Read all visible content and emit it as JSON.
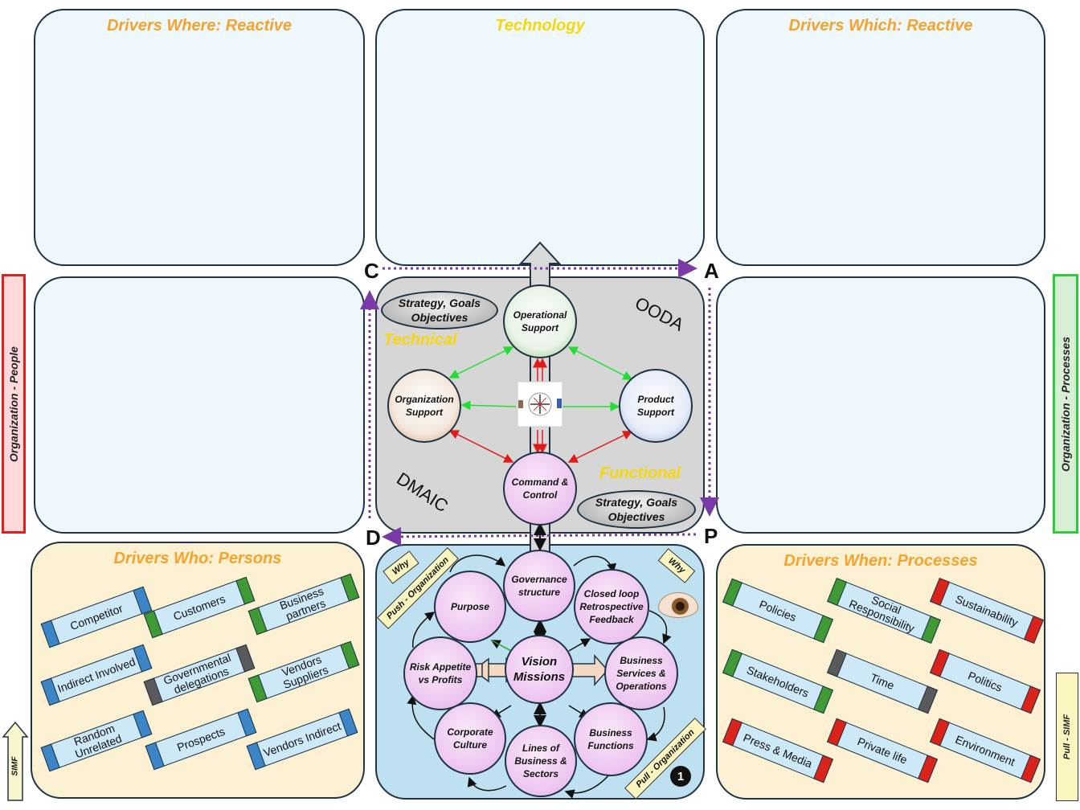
{
  "panels": {
    "top_left": {
      "title": "Drivers Where: Reactive"
    },
    "top_center": {
      "title": "Technology"
    },
    "top_right": {
      "title": "Drivers Which: Reactive"
    },
    "bottom_left": {
      "title": "Drivers  Who: Persons"
    },
    "bottom_right": {
      "title": "Drivers When: Processes"
    }
  },
  "side_labels": {
    "left": "Organization - People",
    "right": "Organization - Processes",
    "left_arrow": "SIMF",
    "right_pull": "Pull - SIMF"
  },
  "corners": {
    "c": "C",
    "a": "A",
    "d": "D",
    "p": "P"
  },
  "center": {
    "ooda": "OODA",
    "dmaic": "DMAIC",
    "technical": "Technical",
    "functional": "Functional",
    "strategy_top": "Strategy, Goals Objectives",
    "strategy_bottom": "Strategy, Goals Objectives",
    "operational": "Operational Support",
    "organization": "Organization Support",
    "product": "Product Support",
    "command": "Command & Control"
  },
  "persons": [
    "Competitor",
    "Customers",
    "Business partners",
    "Indirect Involved",
    "Governmental delegations",
    "Vendors Suppliers",
    "Random Unrelated",
    "Prospects",
    "Vendors Indirect"
  ],
  "processes": [
    "Policies",
    "Social Responsibility",
    "Sustainability",
    "Stakeholders",
    "Time",
    "Politics",
    "Press & Media",
    "Private life",
    "Environment"
  ],
  "cycle": {
    "center": "Vision Missions",
    "governance": "Governance structure",
    "closed_loop": "Closed loop Retrospective Feedback",
    "business_services": "Business Services & Operations",
    "business_functions": "Business Functions",
    "lines": "Lines of Business & Sectors",
    "corporate": "Corporate Culture",
    "risk": "Risk Appetite vs Profits",
    "purpose": "Purpose",
    "why_left": "Why",
    "why_right": "Why",
    "push": "Push - Organization",
    "pull": "Pull - Organization",
    "badge": "1"
  },
  "colors": {
    "title_orange": "#f4a32c",
    "title_yellow": "#f5d70a",
    "people_red": "#e0201e",
    "process_green": "#2dcc3f",
    "cap_blue": "#3c86c8",
    "cap_green": "#3f9a35",
    "cap_grey": "#5a5a5a",
    "cap_red": "#d9231b"
  }
}
